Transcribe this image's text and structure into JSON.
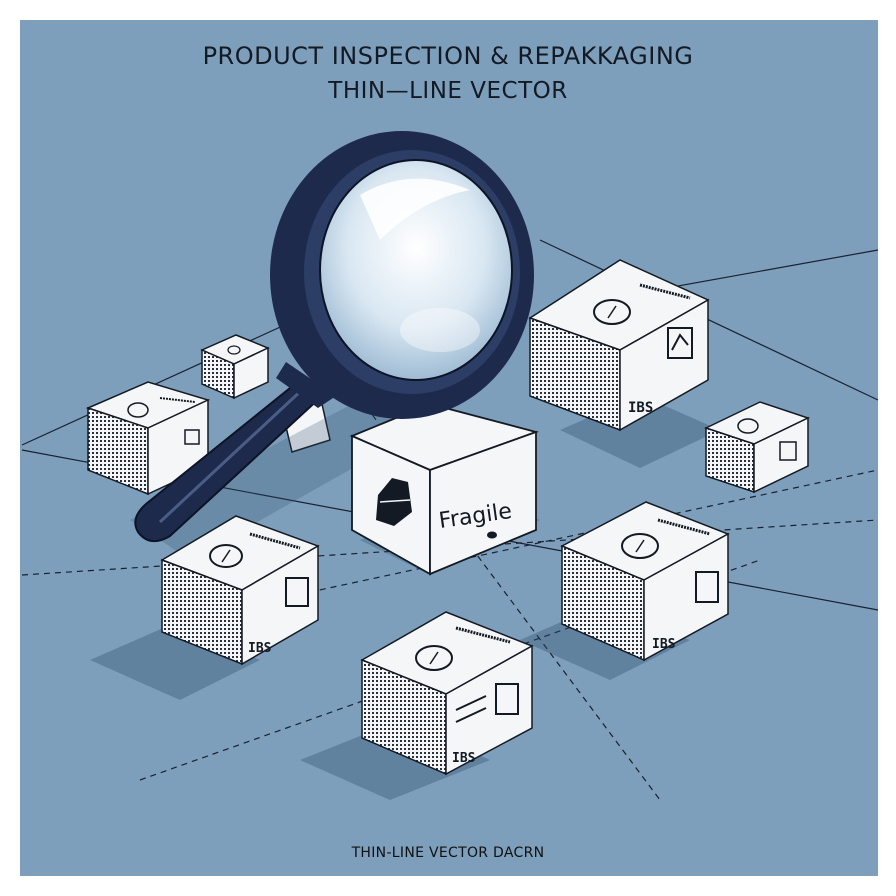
{
  "title": {
    "line1": "PRODUCT INSPECTION   & REPAKKAGING",
    "line2": "THIN—LINE VECTOR"
  },
  "caption": "THIN-LINE VECTOR DACRN",
  "box_labels": {
    "fragile": "Fragile",
    "code": "IBS"
  },
  "colors": {
    "background": "#7d9fbb",
    "ink": "#141a24",
    "box_face": "#f4f6f8",
    "magnifier": "#1d2a4c",
    "lens": "#cfe0ee"
  },
  "icons": [
    "magnifying-glass-icon",
    "shipping-box-icon",
    "fragile-box-icon"
  ]
}
